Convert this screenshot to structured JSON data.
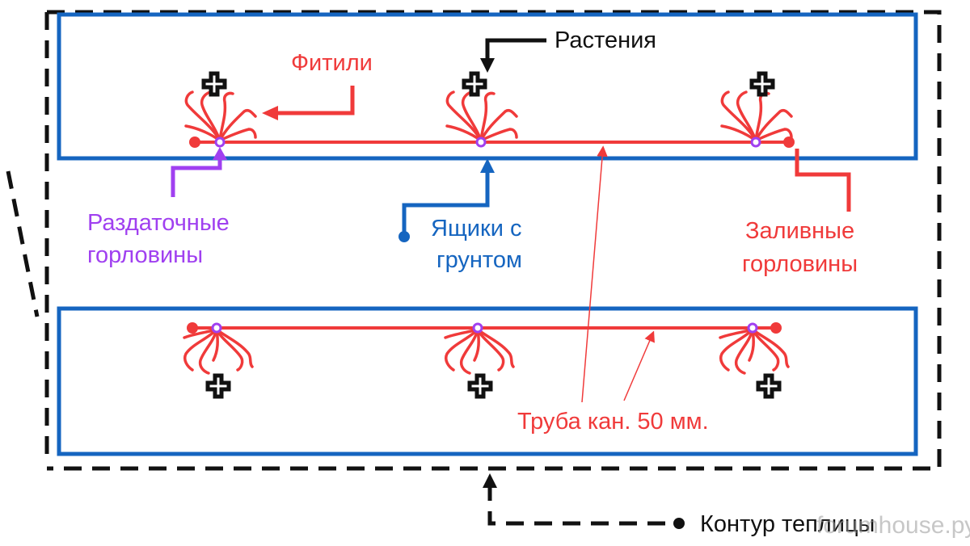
{
  "colors": {
    "red": "#f03a3a",
    "blue": "#1565c0",
    "purple": "#a040f0",
    "black": "#111111"
  },
  "labels": {
    "plants": "Растения",
    "wicks": "Фитили",
    "outlets_line1": "Раздаточные",
    "outlets_line2": "горловины",
    "boxes_line1": "Ящики с",
    "boxes_line2": "грунтом",
    "inlets_line1": "Заливные",
    "inlets_line2": "горловины",
    "pipe": "Труба кан. 50 мм.",
    "contour": "Контур теплицы"
  },
  "watermark": "forumhouse.ру"
}
